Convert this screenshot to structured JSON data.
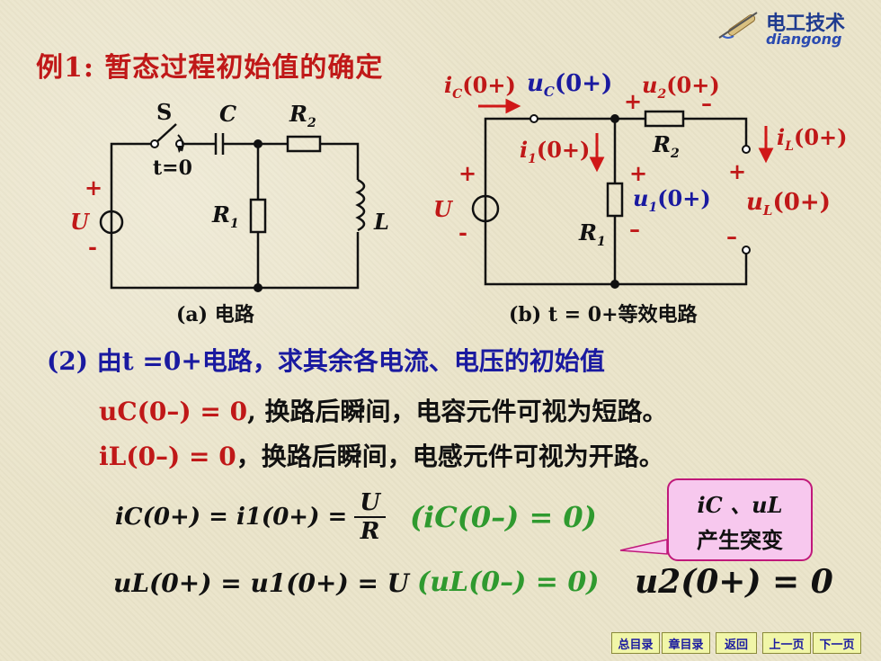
{
  "logo": {
    "brand": "电工技术",
    "sub": "diangong"
  },
  "title": "例1: 暂态过程初始值的确定",
  "captions": {
    "a": "(a) 电路",
    "b": "(b) t = 0+等效电路"
  },
  "circuit_a": {
    "S": "S",
    "t0": "t=0",
    "C": "C",
    "R2": "R",
    "R2_sub": "2",
    "R1": "R",
    "R1_sub": "1",
    "L": "L",
    "U": "U",
    "plus": "+",
    "minus": "-"
  },
  "circuit_b": {
    "ic": "i",
    "ic_sub": "C",
    "ic_arg": "(0+)",
    "uc": "u",
    "uc_sub": "C",
    "uc_arg": "(0+)",
    "u2": "u",
    "u2_sub": "2",
    "u2_arg": "(0+)",
    "iL": "i",
    "iL_sub": "L",
    "iL_arg": "(0+)",
    "i1": "i",
    "i1_sub": "1",
    "i1_arg": "(0+)",
    "u1": "u",
    "u1_sub": "1",
    "u1_arg": "(0+)",
    "uL": "u",
    "uL_sub": "L",
    "uL_arg": "(0+)",
    "R2": "R",
    "R2_sub": "2",
    "R1": "R",
    "R1_sub": "1",
    "U": "U",
    "plus": "+",
    "minus": "-",
    "minus2": "–"
  },
  "step2": "(2) 由t =0+电路，求其余各电流、电压的初始值",
  "line_uc": {
    "expr": "uC(0–) = 0",
    "text": ", 换路后瞬间，电容元件可视为短路。"
  },
  "line_il": {
    "expr": "iL(0–) = 0",
    "text": "，换路后瞬间，电感元件可视为开路。"
  },
  "eq1": {
    "lhs": "iC(0+) = i1(0+) =",
    "num": "U",
    "den": "R"
  },
  "eq1_note": "(iC(0–) = 0)",
  "eq2": "uL(0+) = u1(0+) = U",
  "eq2_note": "(uL(0–) = 0)",
  "eq3": "u2(0+) = 0",
  "callout": {
    "line1": "iC 、uL",
    "line2": "产生突变"
  },
  "nav": [
    "总目录",
    "章目录",
    "返回",
    "上一页",
    "下一页"
  ],
  "colors": {
    "title": "#c01818",
    "blue": "#1a1aa0",
    "green": "#2f9a2f",
    "callout_border": "#c0187a",
    "callout_bg": "#f7c8ee"
  }
}
